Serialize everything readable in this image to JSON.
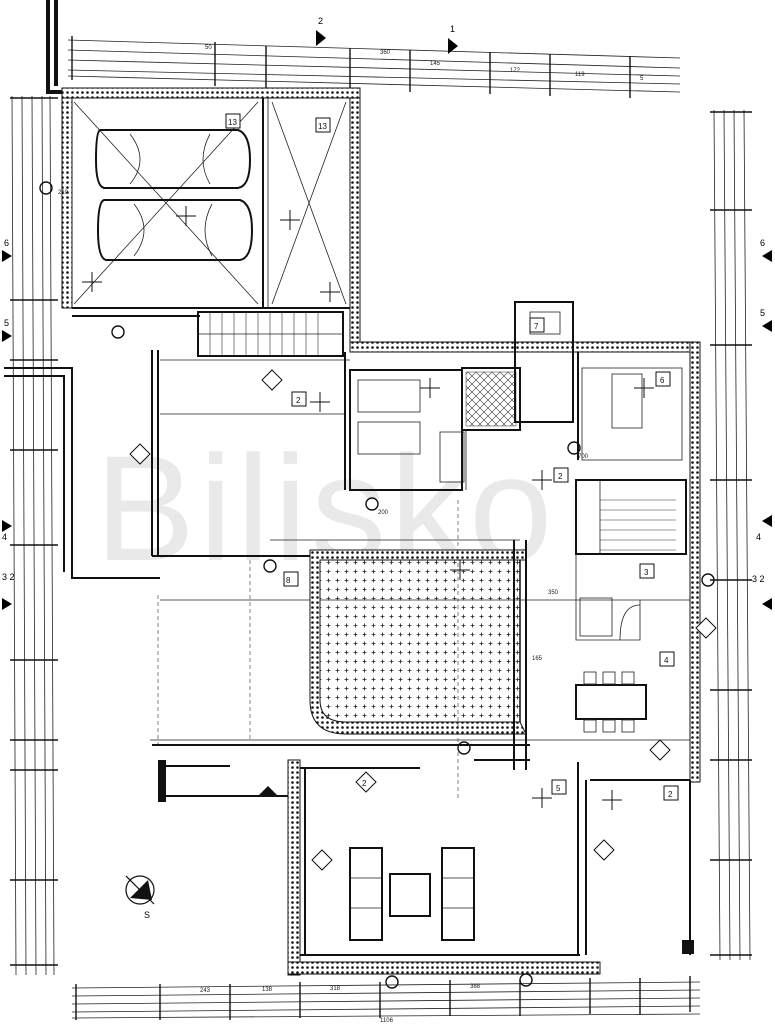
{
  "watermark": "Bilisko",
  "section_marks": {
    "top_left": "2",
    "top_right": "1",
    "left_upper": "6",
    "left_mid": "5",
    "left_lower": "3 2",
    "left_lowest": "4",
    "right_upper": "6",
    "right_mid": "5",
    "right_lower": "3 2",
    "right_lowest": "4"
  },
  "room_tags": {
    "garage_1": "13",
    "garage_2": "13",
    "entry": "2",
    "living_upper": "5",
    "kitchen": "6",
    "wc": "7",
    "patio_left": "8",
    "living_lower": "2",
    "terrace_right": "2",
    "dining": "4",
    "office": "3",
    "stairs": "2"
  },
  "top_dims": [
    "50",
    "360",
    "145",
    "172",
    "119",
    "5"
  ],
  "bottom_dims": [
    "243",
    "138",
    "318",
    "388",
    "1106"
  ],
  "levels": [
    "210",
    "200",
    "700",
    "350",
    "165"
  ],
  "north_label": "S"
}
